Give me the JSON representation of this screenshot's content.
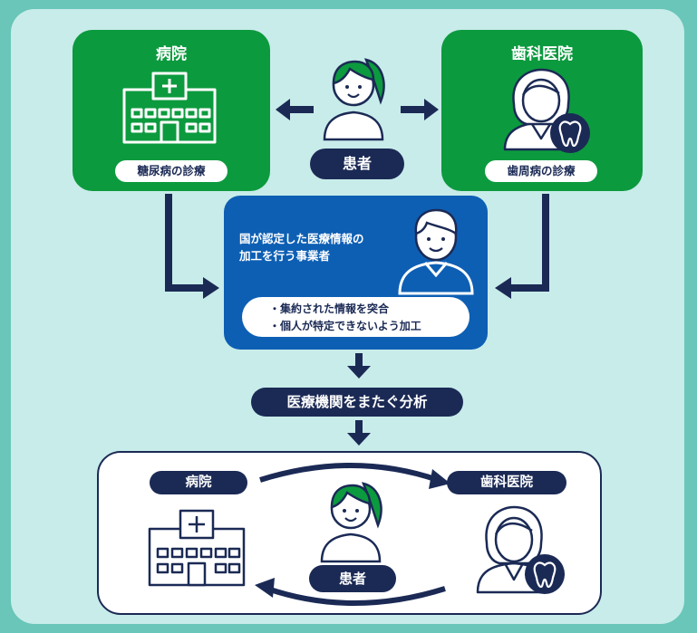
{
  "hospital": {
    "title": "病院",
    "pill": "糖尿病の診療"
  },
  "dental": {
    "title": "歯科医院",
    "pill": "歯周病の診療"
  },
  "patient": {
    "label": "患者"
  },
  "operator": {
    "line1": "国が認定した医療情報の",
    "line2": "加工を行う事業者",
    "task1": "・集約された情報を突合",
    "task2": "・個人が特定できないよう加工"
  },
  "analysis": {
    "label": "医療機関をまたぐ分析"
  },
  "bottom": {
    "hospital": "病院",
    "dental": "歯科医院",
    "patient": "患者"
  },
  "colors": {
    "green": "#0c9a3e",
    "navy": "#1b2a55",
    "blue": "#0d5fb4",
    "bg": "#c8ecea",
    "outer": "#69c6b8"
  },
  "icons": [
    "hospital-icon",
    "patient-icon",
    "dentist-icon",
    "tooth-icon",
    "operator-icon",
    "arrow-icon"
  ]
}
